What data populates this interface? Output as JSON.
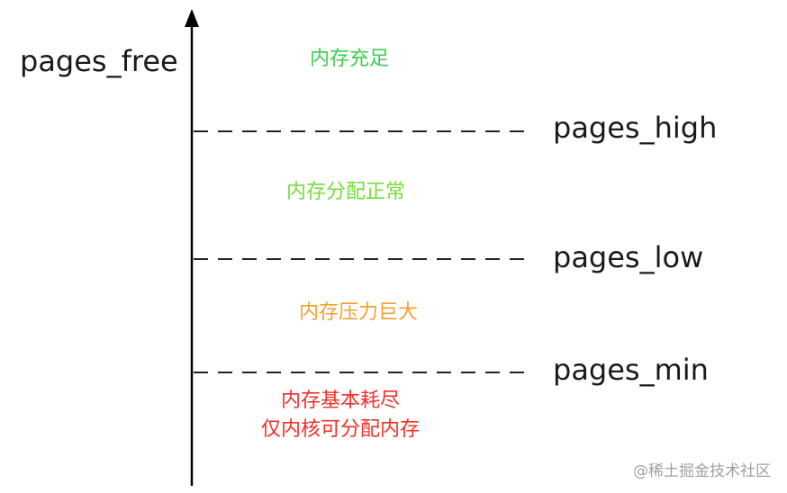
{
  "axis": {
    "label": "pages_free"
  },
  "levels": {
    "high": "pages_high",
    "low": "pages_low",
    "min": "pages_min"
  },
  "zones": {
    "sufficient": {
      "line1": "内存充足",
      "color": "#3ccf4e"
    },
    "normal": {
      "line1": "内存分配正常",
      "color": "#77db3a"
    },
    "pressure": {
      "line1": "内存压力巨大",
      "color": "#f5a033"
    },
    "exhausted": {
      "line1": "内存基本耗尽",
      "line2": "仅内核可分配内存",
      "color": "#f0312b"
    }
  },
  "colors": {
    "axis": "#000000",
    "threshold_line": "#222222"
  },
  "watermark": "@稀土掘金技术社区"
}
